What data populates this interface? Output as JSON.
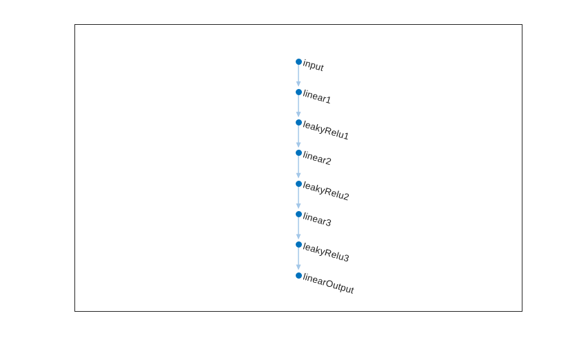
{
  "figure": {
    "background_color": "#ffffff",
    "axes_border_color": "#262626"
  },
  "graph": {
    "node_color": "#0072bd",
    "edge_color": "#a3c7e8",
    "label_color": "#1f1f1f",
    "nodes": [
      {
        "label": "input"
      },
      {
        "label": "linear1"
      },
      {
        "label": "leakyRelu1"
      },
      {
        "label": "linear2"
      },
      {
        "label": "leakyRelu2"
      },
      {
        "label": "linear3"
      },
      {
        "label": "leakyRelu3"
      },
      {
        "label": "linearOutput"
      }
    ],
    "edges": [
      [
        "input",
        "linear1"
      ],
      [
        "linear1",
        "leakyRelu1"
      ],
      [
        "leakyRelu1",
        "linear2"
      ],
      [
        "linear2",
        "leakyRelu2"
      ],
      [
        "leakyRelu2",
        "linear3"
      ],
      [
        "linear3",
        "leakyRelu3"
      ],
      [
        "leakyRelu3",
        "linearOutput"
      ]
    ]
  }
}
